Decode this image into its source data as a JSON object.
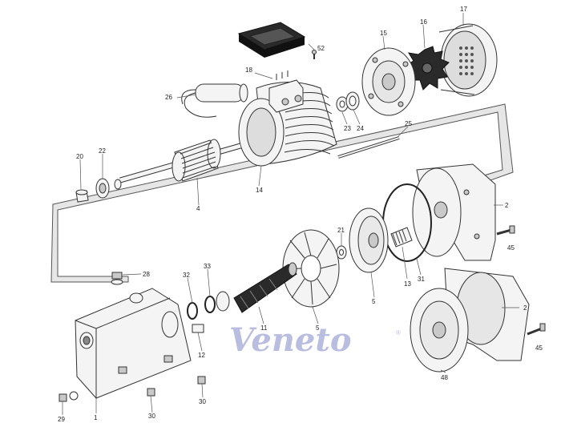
{
  "brand": {
    "name": "Veneto",
    "mark": "®",
    "color": "#b9bde0"
  },
  "callouts": [
    {
      "id": "c17",
      "text": "17"
    },
    {
      "id": "c16",
      "text": "16"
    },
    {
      "id": "c15",
      "text": "15"
    },
    {
      "id": "c52",
      "text": "52"
    },
    {
      "id": "c18",
      "text": "18"
    },
    {
      "id": "c26a",
      "text": "26"
    },
    {
      "id": "c23",
      "text": "23"
    },
    {
      "id": "c24",
      "text": "24"
    },
    {
      "id": "c25",
      "text": "25"
    },
    {
      "id": "c14",
      "text": "14"
    },
    {
      "id": "c20",
      "text": "20"
    },
    {
      "id": "c22",
      "text": "22"
    },
    {
      "id": "c4",
      "text": "4"
    },
    {
      "id": "c2a",
      "text": "2"
    },
    {
      "id": "c45a",
      "text": "45"
    },
    {
      "id": "c21",
      "text": "21"
    },
    {
      "id": "c13",
      "text": "13"
    },
    {
      "id": "c31",
      "text": "31"
    },
    {
      "id": "c5a",
      "text": "5"
    },
    {
      "id": "c28",
      "text": "28"
    },
    {
      "id": "c32",
      "text": "32"
    },
    {
      "id": "c33",
      "text": "33"
    },
    {
      "id": "c11",
      "text": "11"
    },
    {
      "id": "c5b",
      "text": "5"
    },
    {
      "id": "c12",
      "text": "12"
    },
    {
      "id": "c2b",
      "text": "2"
    },
    {
      "id": "c45b",
      "text": "45"
    },
    {
      "id": "c48",
      "text": "48"
    },
    {
      "id": "c30a",
      "text": "30"
    },
    {
      "id": "c30b",
      "text": "30"
    },
    {
      "id": "c29",
      "text": "29"
    },
    {
      "id": "c1",
      "text": "1"
    }
  ]
}
